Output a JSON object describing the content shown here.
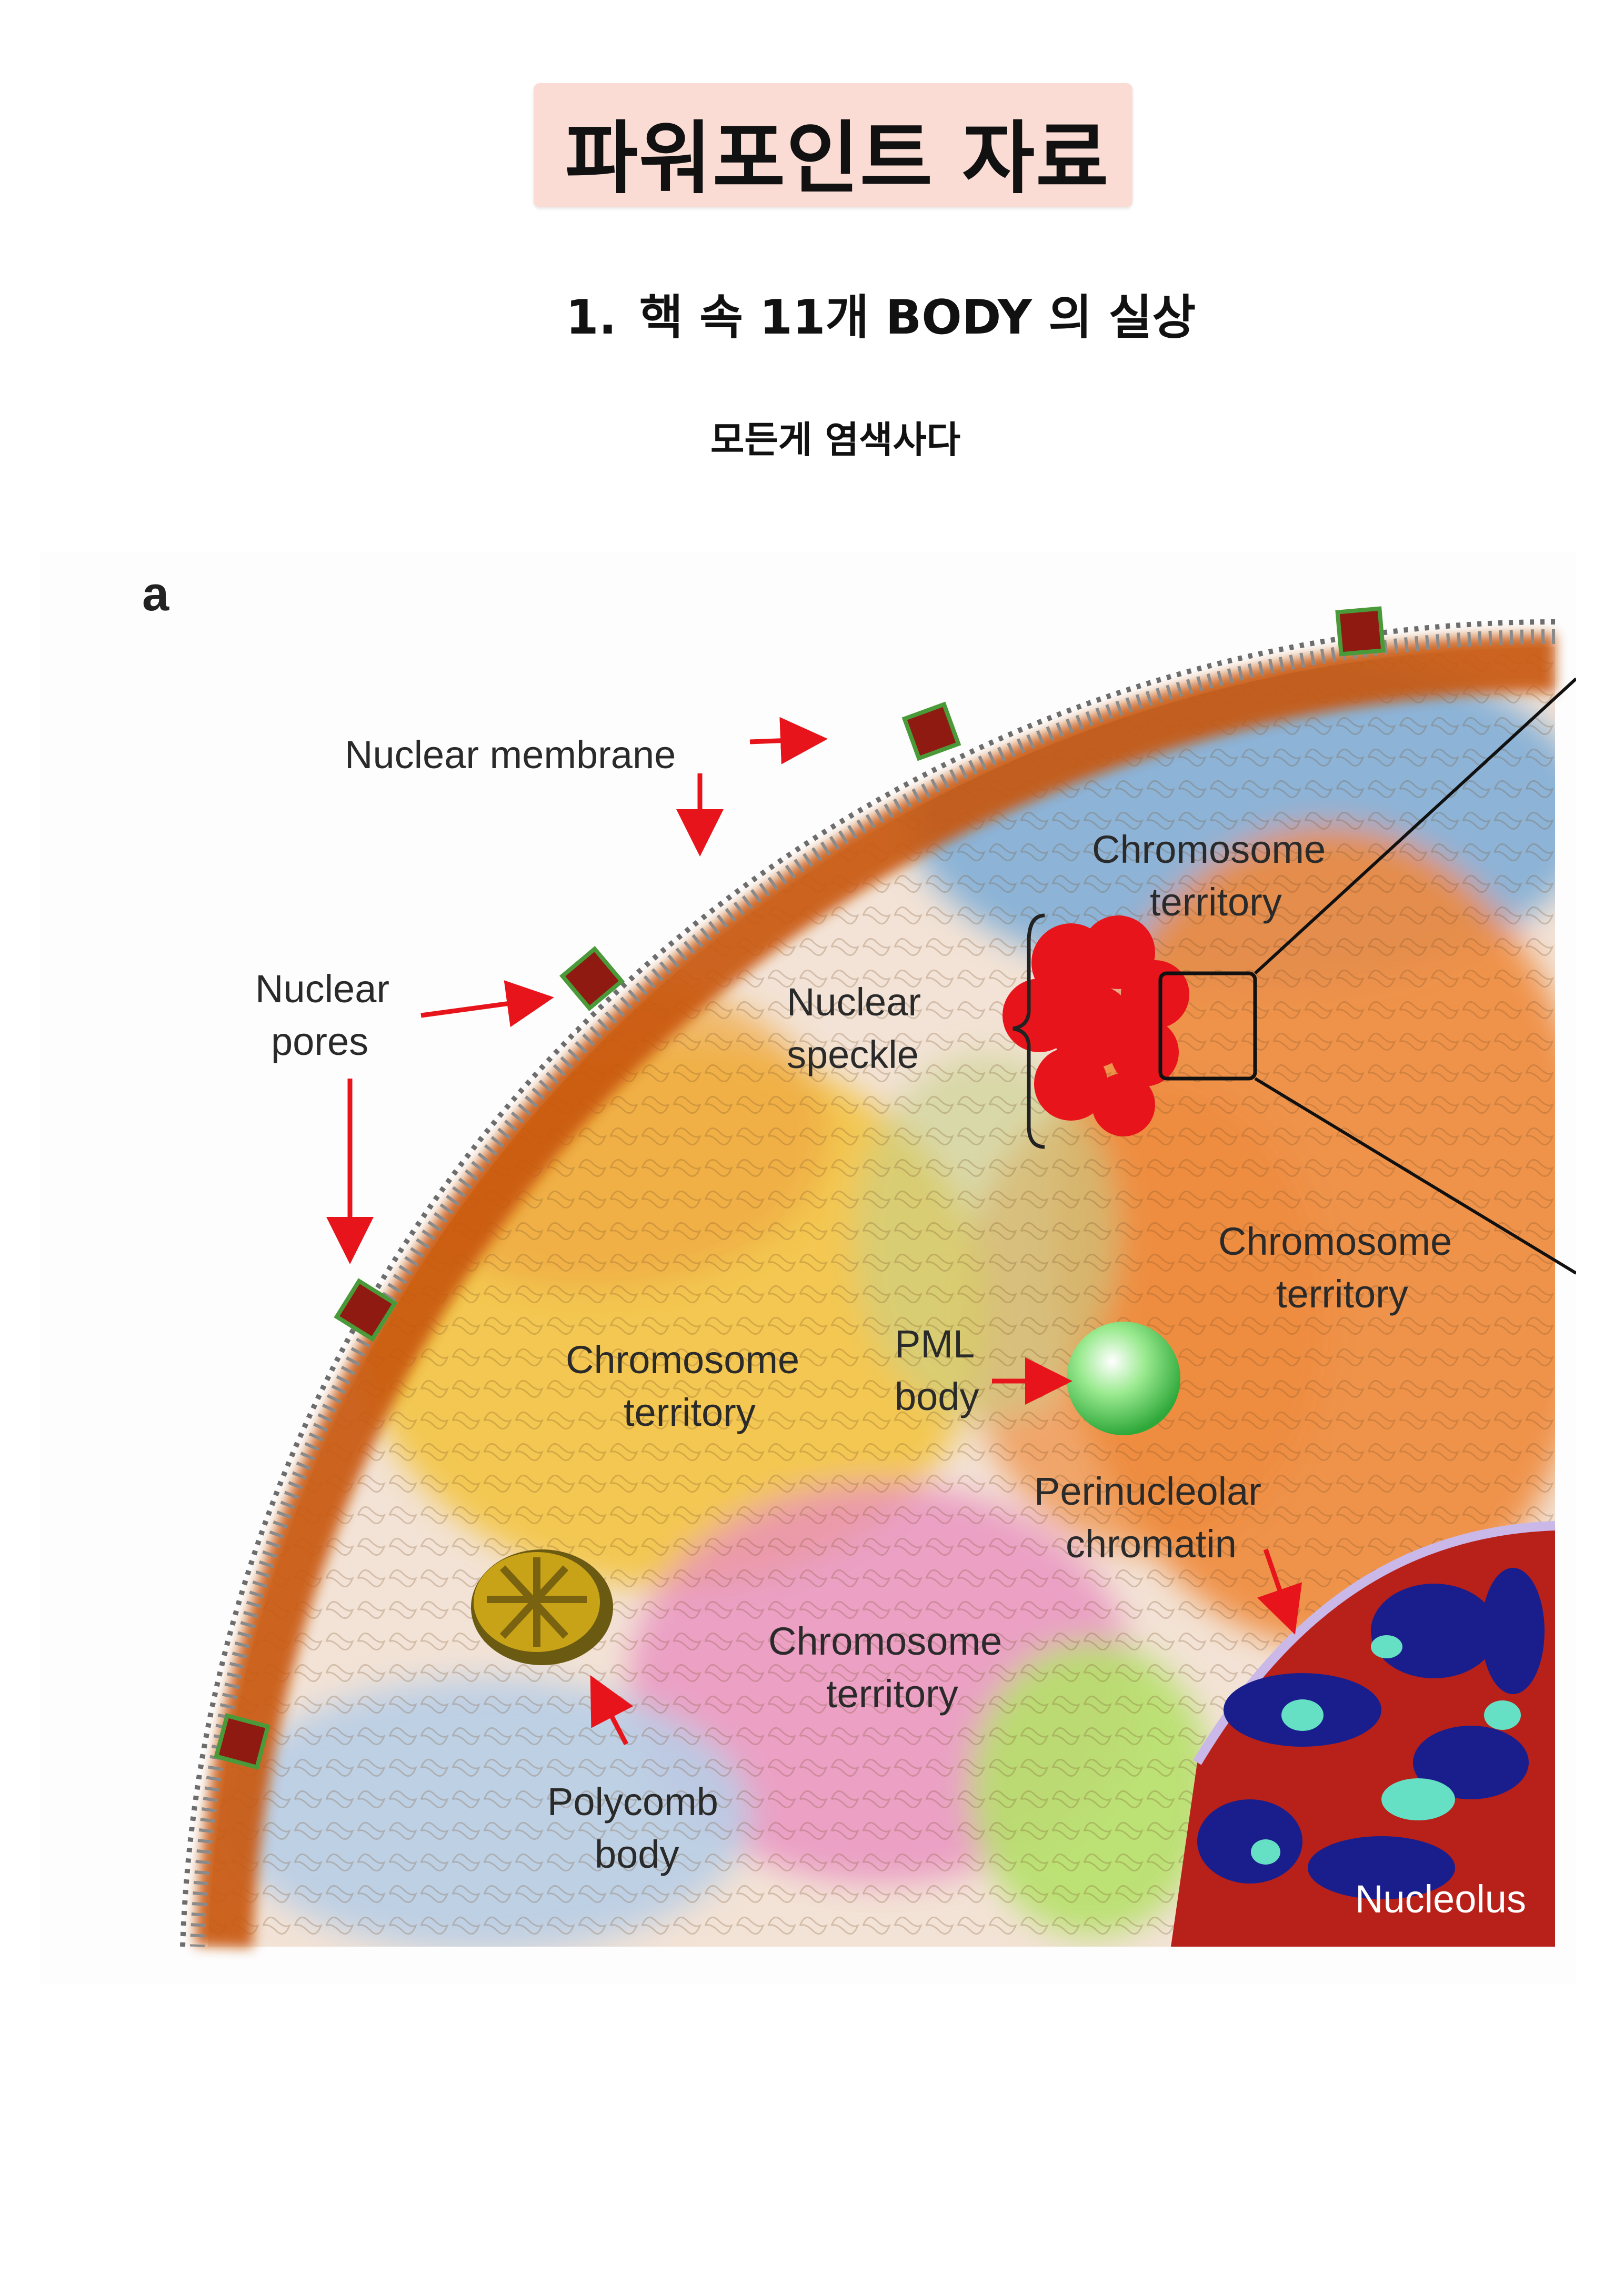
{
  "page": {
    "title": "파워포인트 자료",
    "heading_number": "1.",
    "heading_text": "핵 속 11개 BODY 의 실상",
    "subtext": "모든게 염색사다"
  },
  "figure": {
    "panel_label": "a",
    "labels": {
      "nuclear_membrane": "Nuclear membrane",
      "nuclear_pores_1": "Nuclear",
      "nuclear_pores_2": "pores",
      "chromosome": "Chromosome",
      "territory": "territory",
      "nuclear_speckle_1": "Nuclear",
      "nuclear_speckle_2": "speckle",
      "pml_1": "PML",
      "pml_2": "body",
      "perinucleolar_1": "Perinucleolar",
      "perinucleolar_2": "chromatin",
      "polycomb_1": "Polycomb",
      "polycomb_2": "body",
      "nucleolus": "Nucleolus"
    },
    "colors": {
      "arrow": "#e8141b",
      "membrane": "#c8560e",
      "orange_territory": "#ee8a3c",
      "blue_territory": "#7aaad6",
      "yellow_territory": "#f2c23a",
      "pink_territory": "#e98fbf",
      "green_territory": "#b6e06a",
      "speckle": "#e8141b",
      "pml": "#5ed35b",
      "nucleolus_red": "#b8201a",
      "nucleolus_blue": "#1a1e8c",
      "nucleolus_cyan": "#66e0c4",
      "polycomb": "#c9a317"
    }
  }
}
